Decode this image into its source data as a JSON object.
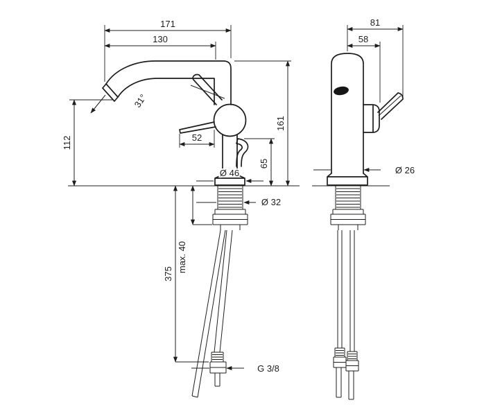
{
  "page": {
    "background": "#ffffff",
    "line_color": "#1d1d1b"
  },
  "side_view": {
    "dims": {
      "reach_total": "171",
      "reach_aerator": "130",
      "outlet_height": "112",
      "total_height": "161",
      "spray_angle": "31°",
      "handle_length": "52",
      "lever_height": "65",
      "base_diameter": "Ø 46",
      "shank_diameter": "Ø 32",
      "hose_length": "375",
      "max_thickness": "max. 40",
      "connection_thread": "G 3/8"
    }
  },
  "front_view": {
    "dims": {
      "total_depth": "81",
      "handle_depth": "58",
      "body_diameter": "Ø 26"
    }
  }
}
